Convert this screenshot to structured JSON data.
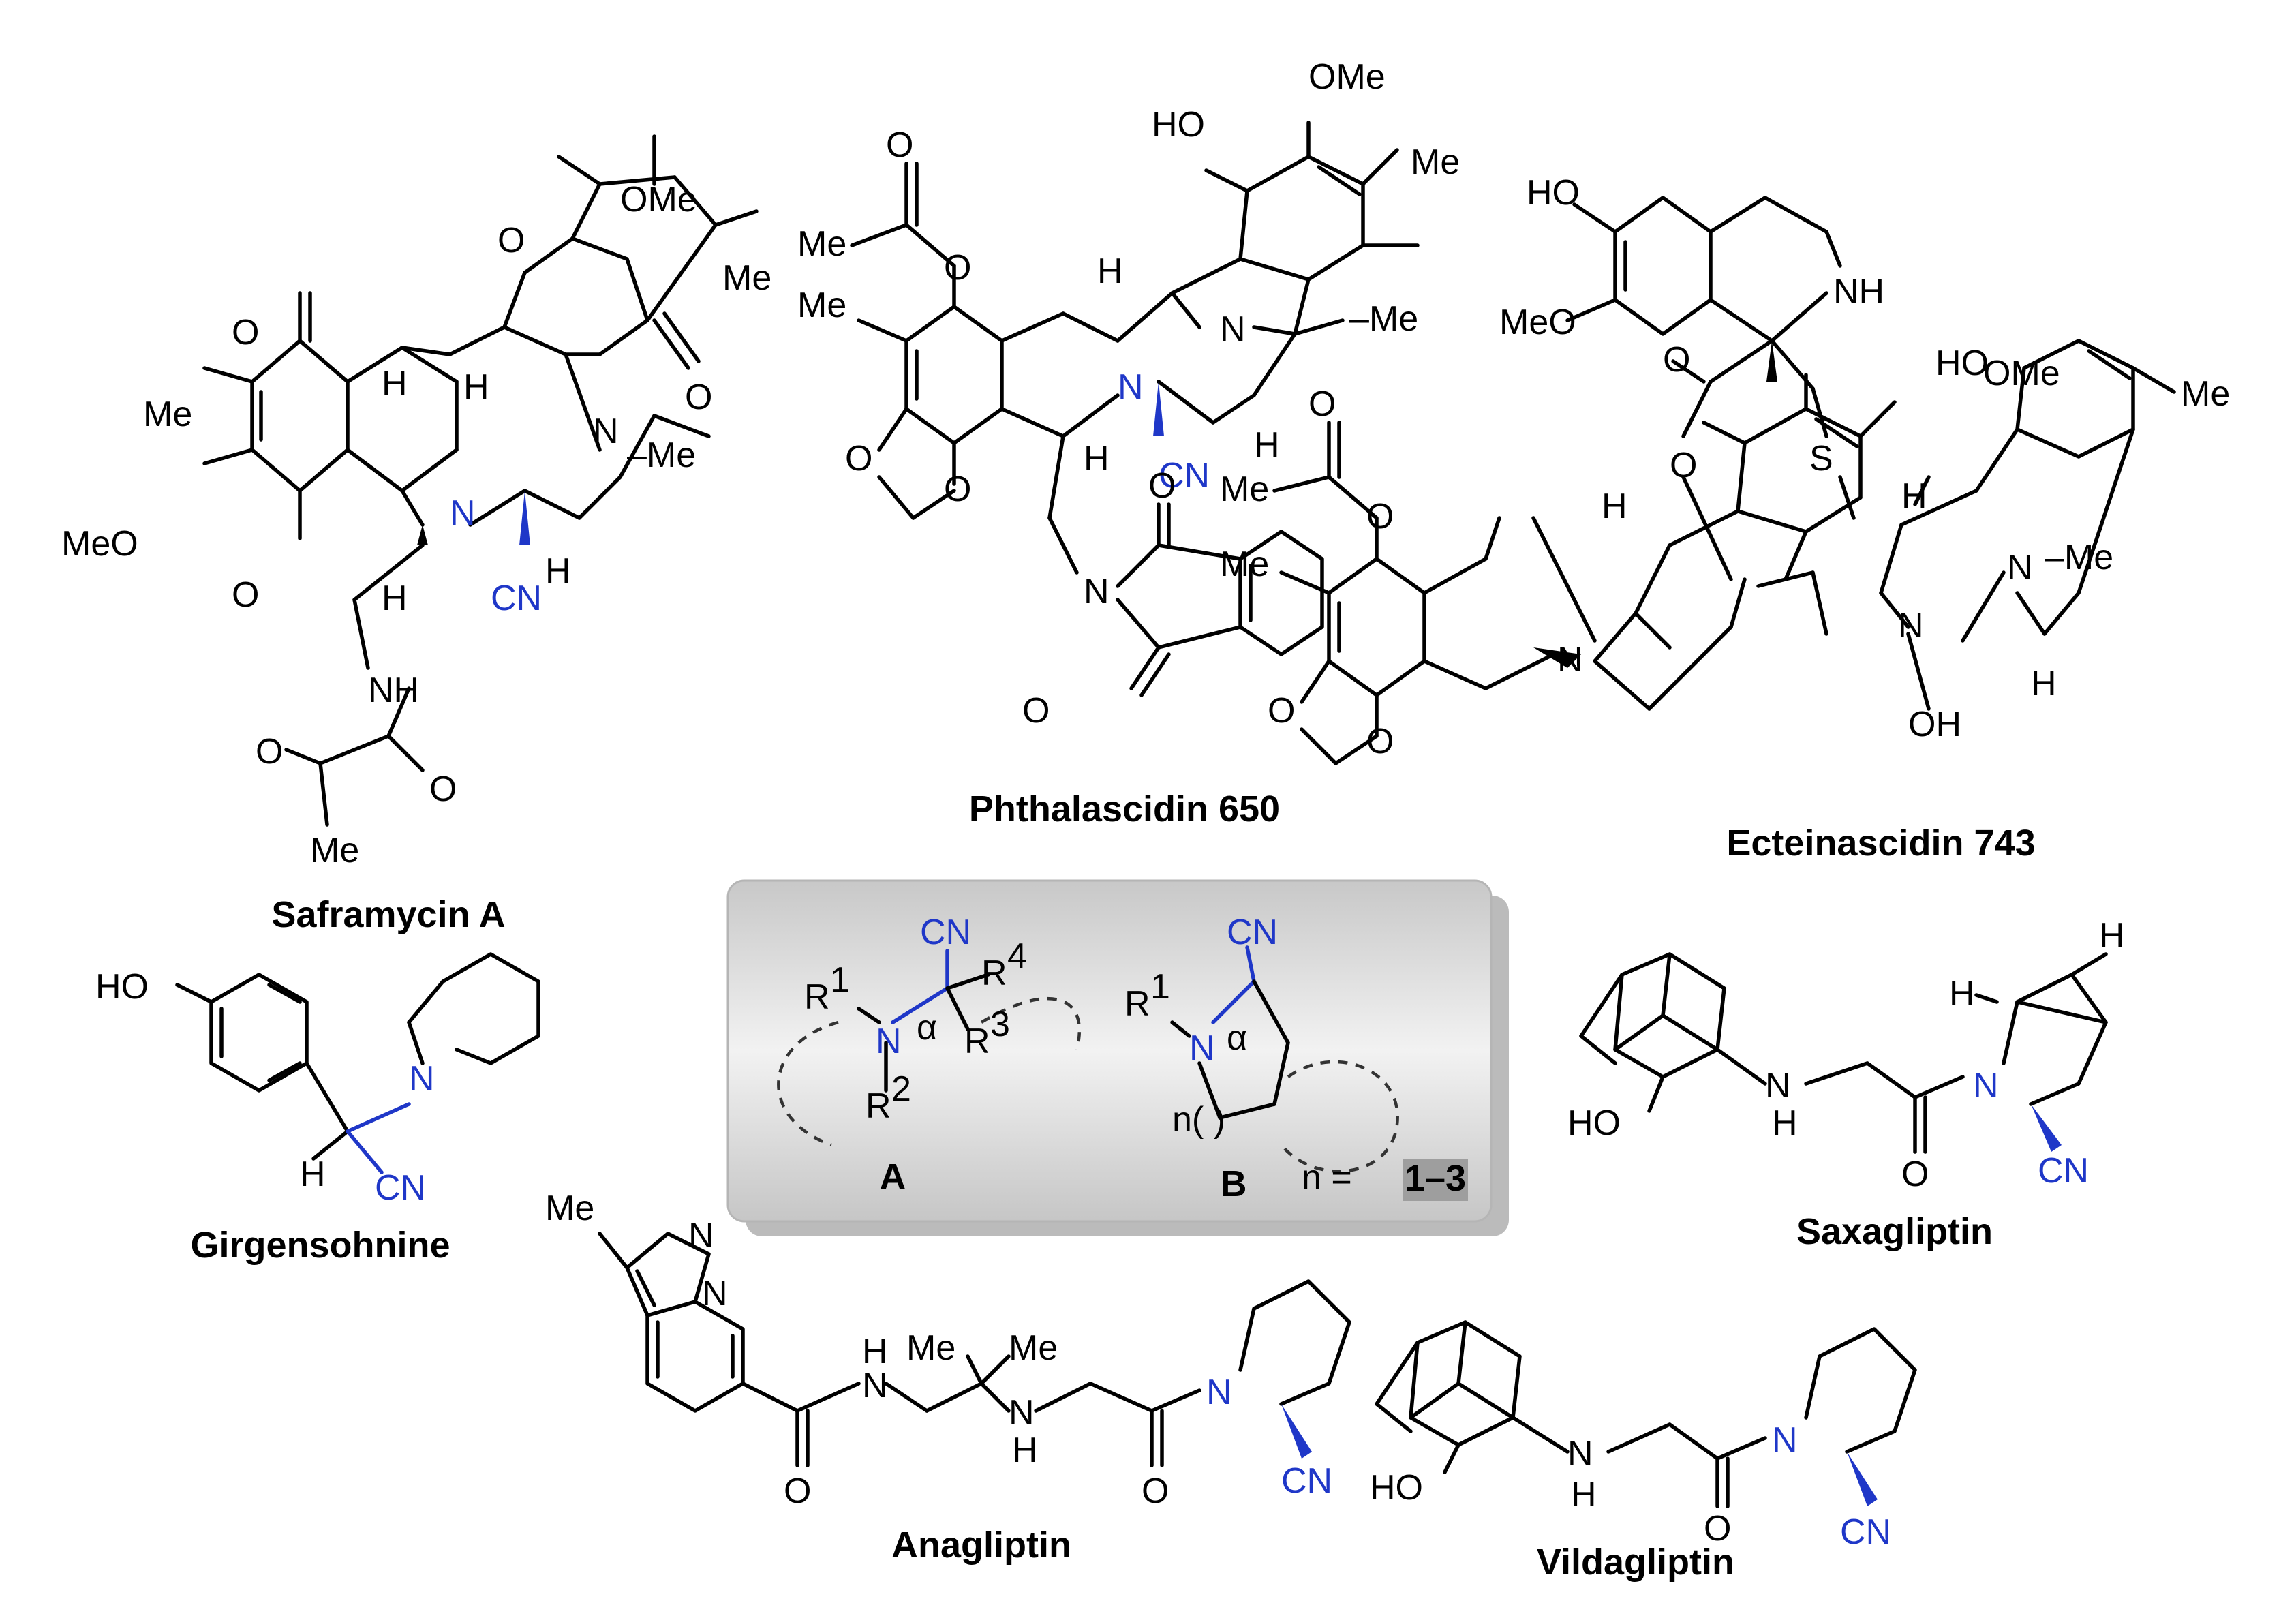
{
  "colors": {
    "bond": "#000000",
    "nitrile": "#1f37c8",
    "panel": "#d9d9d9",
    "highlight": "#9e9e9e"
  },
  "compounds": [
    {
      "id": "saframycin",
      "name": "Saframycin A"
    },
    {
      "id": "phthalascidin",
      "name": "Phthalascidin 650"
    },
    {
      "id": "ecteinascidin",
      "name": "Ecteinascidin 743"
    },
    {
      "id": "girgensohnine",
      "name": "Girgensohnine"
    },
    {
      "id": "saxagliptin",
      "name": "Saxagliptin"
    },
    {
      "id": "anagliptin",
      "name": "Anagliptin"
    },
    {
      "id": "vildagliptin",
      "name": "Vildagliptin"
    }
  ],
  "atoms": {
    "ome": "OMe",
    "me": "Me",
    "meo": "MeO",
    "o": "O",
    "n": "N",
    "h": "H",
    "nh": "NH",
    "ho": "HO",
    "oh": "OH",
    "s": "S",
    "cn": "CN",
    "dashme": "–Me"
  },
  "general": {
    "a_label": "A",
    "b_label": "B",
    "r1": "R",
    "r1_sup": "1",
    "r2": "R",
    "r2_sup": "2",
    "r3": "R",
    "r3_sup": "3",
    "r4": "R",
    "r4_sup": "4",
    "alpha": "α",
    "n_paren": "n( )",
    "n_range_prefix": "n = ",
    "n_range_value": "1–3"
  }
}
